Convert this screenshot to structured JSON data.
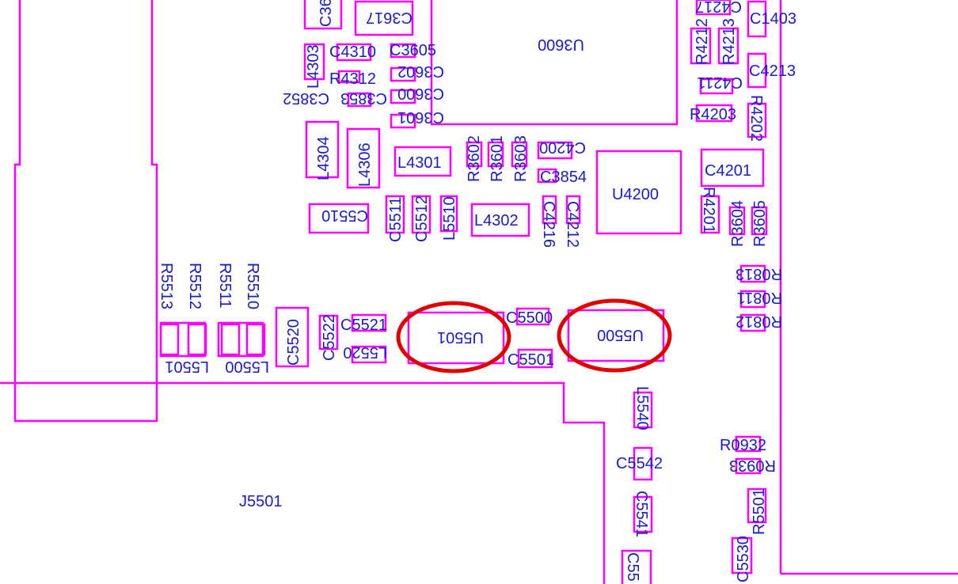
{
  "labels": {
    "c36": "C36",
    "c3617": "C3617",
    "u3600": "U3600",
    "c4217": "C4217",
    "c1403": "C1403",
    "l4303": "L4303",
    "c4310": "C4310",
    "c3605": "C3605",
    "r4312": "R4312",
    "c3602": "C3602",
    "c3852": "C3852",
    "c3853": "C3853",
    "c3600": "C3600",
    "c3601": "C3601",
    "r4212": "R4212",
    "r4213": "R4213",
    "c4213": "C4213",
    "c4211": "C4211",
    "r4203": "R4203",
    "r4202": "R4202",
    "l4304": "L4304",
    "l4306": "L4306",
    "l4301": "L4301",
    "r3602": "R3602",
    "r3601": "R3601",
    "r3603": "R3603",
    "c4200": "C4200",
    "c3854": "C3854",
    "u4200": "U4200",
    "c4201": "C4201",
    "c5510": "C5510",
    "c5511": "C5511",
    "c5512": "C5512",
    "l5510": "L5510",
    "l4302": "L4302",
    "c4216": "C4216",
    "c4212": "C4212",
    "r4201": "R4201",
    "r3604": "R3604",
    "r3605": "R3605",
    "r0813": "R0813",
    "r0811": "R0811",
    "r0812": "R0812",
    "r5513": "R5513",
    "r5512": "R5512",
    "r5511": "R5511",
    "r5510": "R5510",
    "c5520": "C5520",
    "c5522": "C5522",
    "c5521": "C5521",
    "l5520": "L5520",
    "u5501": "U5501",
    "c5500": "C5500",
    "u5500": "U5500",
    "c5501": "C5501",
    "l5501": "L5501",
    "l5500": "L5500",
    "l5540": "L5540",
    "c5542": "C5542",
    "c5541": "C5541",
    "c55": "C55",
    "r0932": "R0932",
    "r0933": "R0933",
    "r5501": "R5501",
    "c5530": "C5530",
    "j5501": "J5501"
  },
  "colors": {
    "outline": "#ff00ff",
    "label": "#1a1acd",
    "highlight": "#e00000"
  }
}
